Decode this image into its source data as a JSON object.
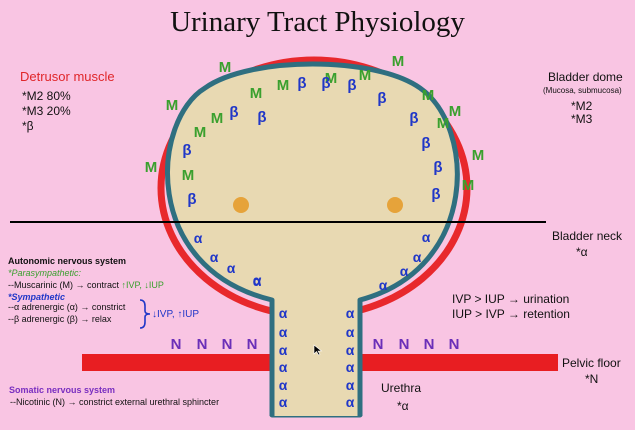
{
  "title": "Urinary Tract Physiology",
  "detrusor": {
    "heading": "Detrusor muscle",
    "lines": [
      "*M2 80%",
      "*M3 20%",
      "*β"
    ]
  },
  "dome": {
    "heading": "Bladder dome",
    "sub": "(Mucosa, submucosa)",
    "lines": [
      "*M2",
      "*M3"
    ]
  },
  "neck": {
    "heading": "Bladder neck",
    "line": "*α"
  },
  "ans": {
    "heading": "Autonomic nervous system",
    "para_heading": "*Parasympathetic:",
    "para_line_prefix": "--Muscarinic (M) → contract ",
    "para_line_effect": "↑IVP, ↓IUP",
    "symp_heading": "*Sympathetic",
    "symp_lines": [
      "--α adrenergic (α) → constrict",
      "--β adrenergic (β) → relax"
    ],
    "symp_effect": "↓IVP, ↑IUP"
  },
  "pressure": {
    "line1": "IVP > IUP → urination",
    "line2": "IUP > IVP → retention"
  },
  "pelvic": {
    "heading": "Pelvic floor",
    "line": "*N"
  },
  "urethra": {
    "heading": "Urethra",
    "line": "*α"
  },
  "somatic": {
    "heading": "Somatic nervous system",
    "line": "--Nicotinic (N) → constrict external urethral sphincter"
  },
  "labels": {
    "M": "M",
    "beta": "β",
    "alpha": "α",
    "N": "N"
  },
  "colors": {
    "background": "#f9c5e3",
    "bladder_fill": "#e8d9b2",
    "wall": "#2f6f80",
    "serosa": "#e8282c",
    "m_label": "#3aa02e",
    "beta_label": "#2037c8",
    "alpha_label": "#2037c8",
    "n_label": "#6a2fb8",
    "pelvic_floor": "#e81e22",
    "orifice": "#e6a33a"
  }
}
